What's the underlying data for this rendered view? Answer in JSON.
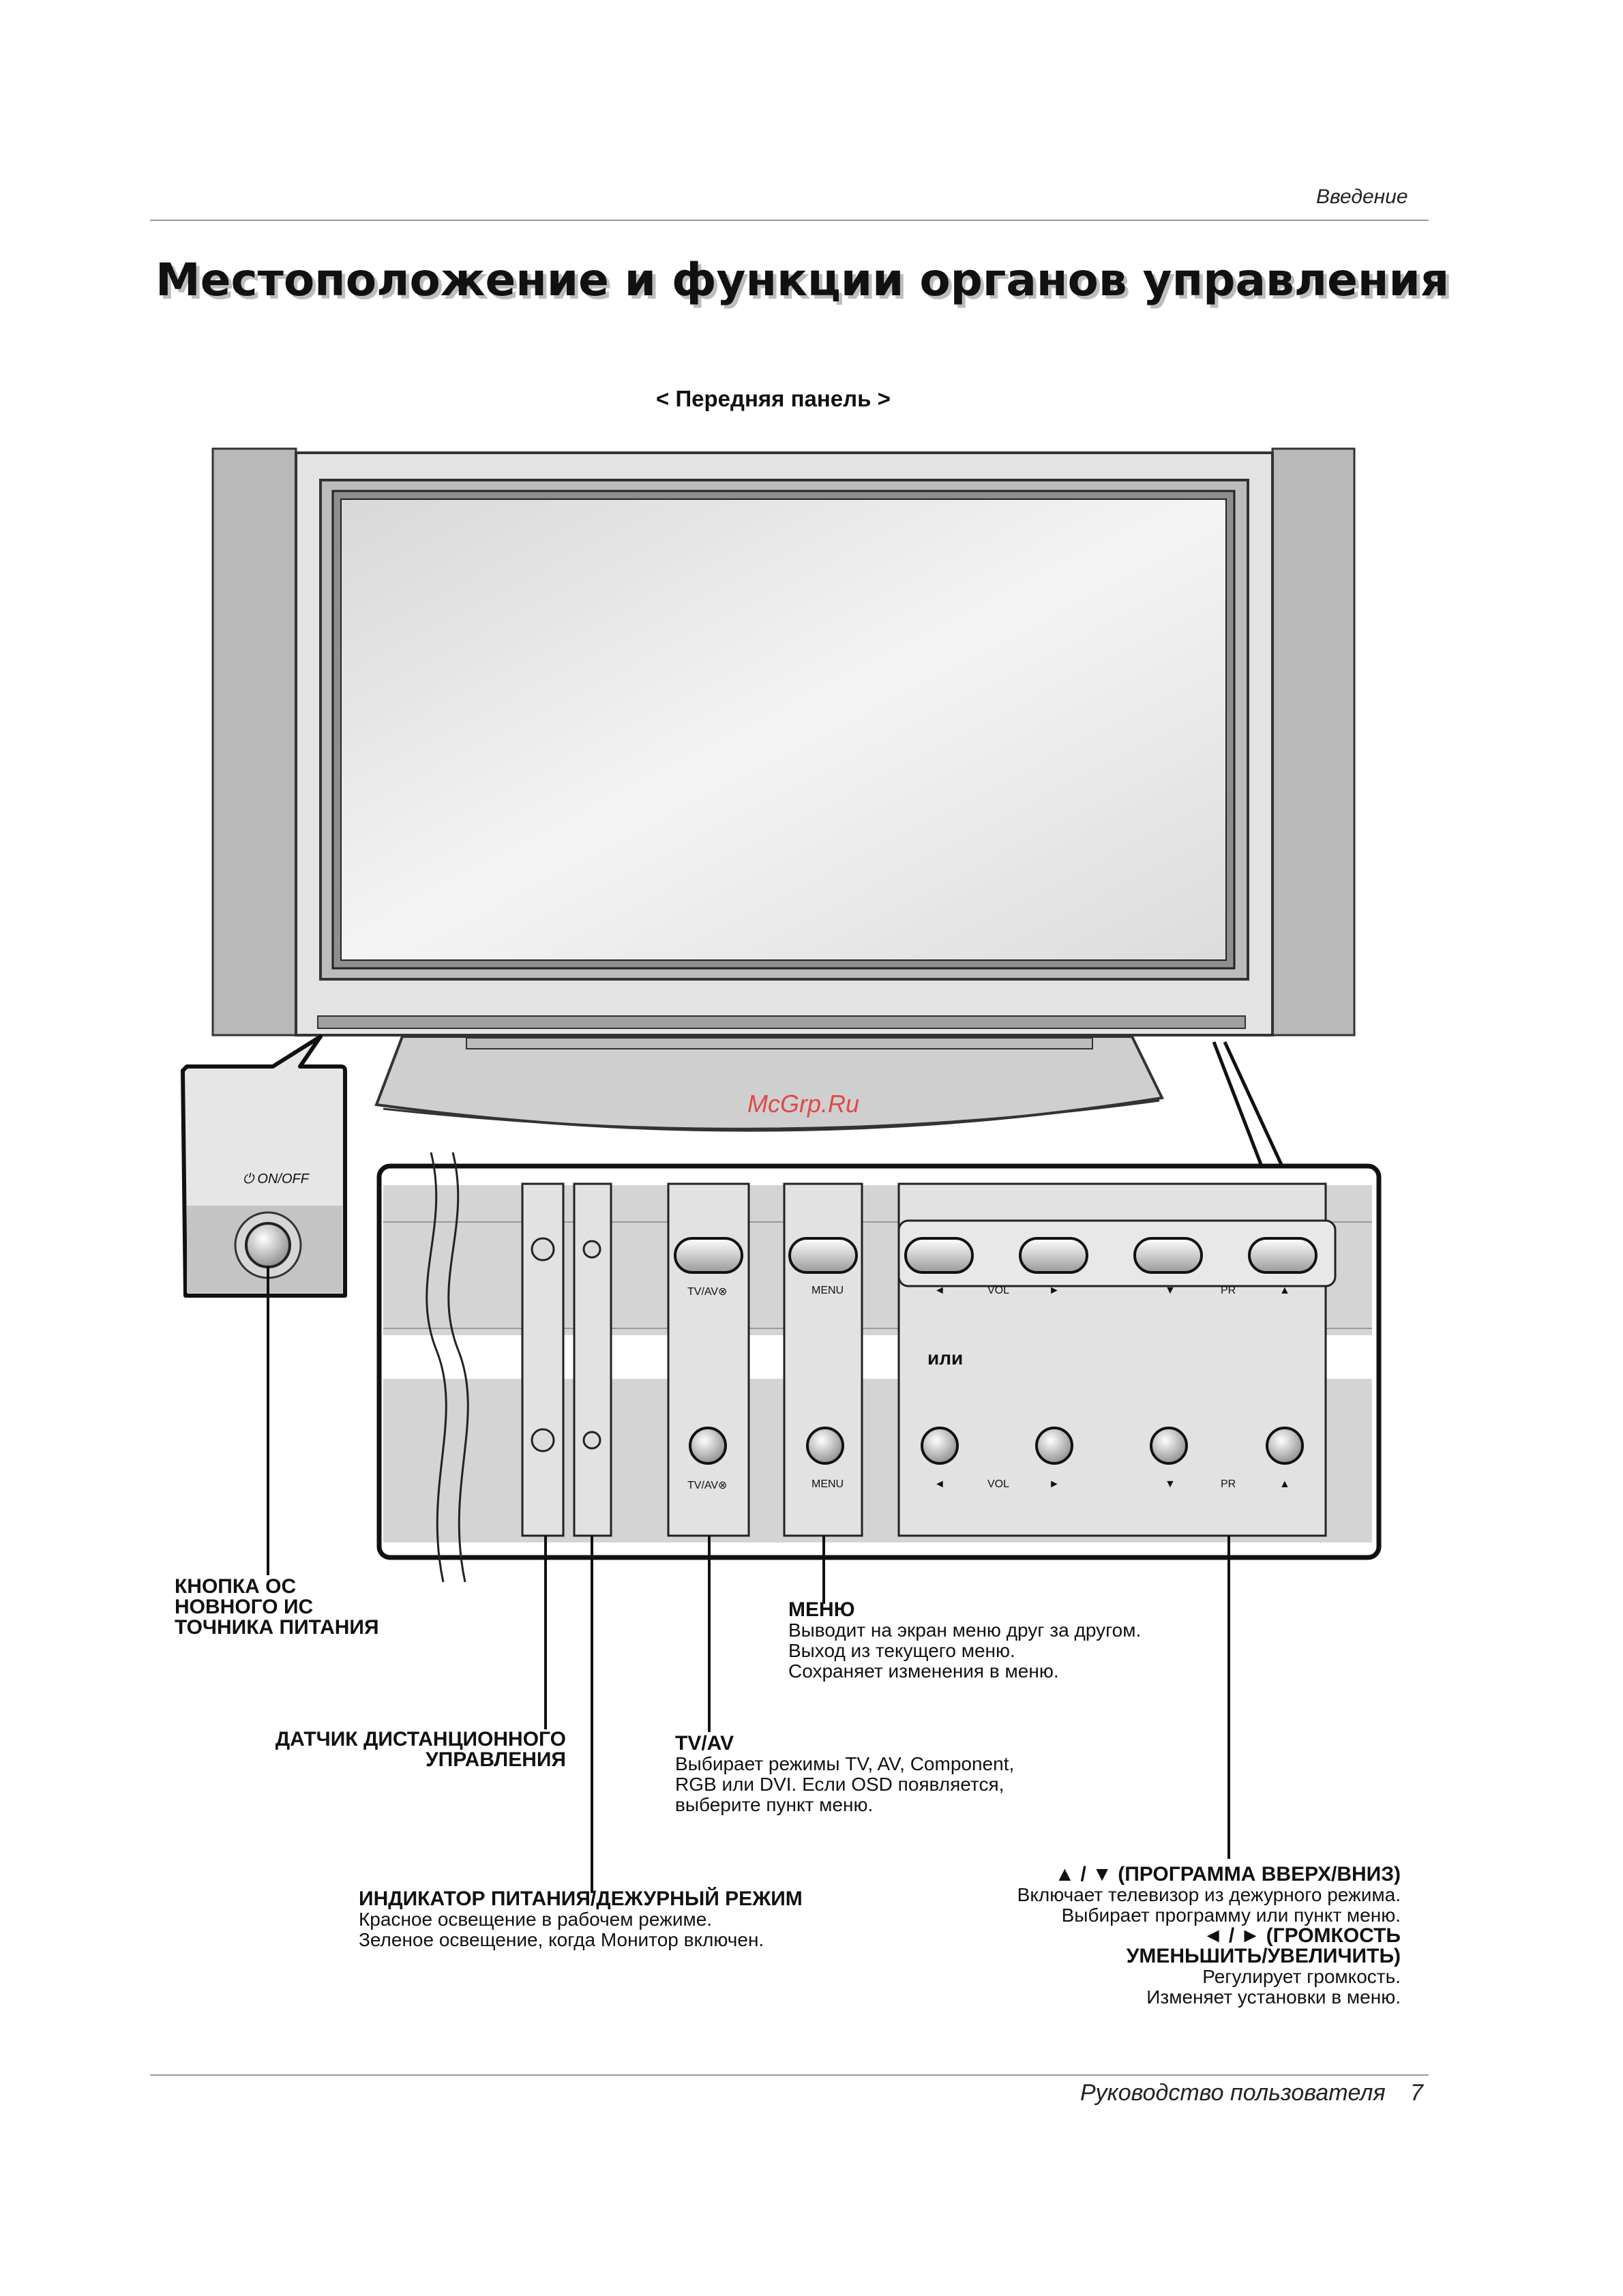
{
  "header": {
    "section": "Введение"
  },
  "title": "Местоположение и функции органов управления",
  "subtitle": "< Передняя панель >",
  "watermark": "McGrp.Ru",
  "panel": {
    "power_label": "ON/OFF",
    "buttons": [
      "TV/AV",
      "MENU",
      "◄",
      "VOL",
      "►",
      "▼",
      "PR",
      "▲"
    ],
    "tvav_label": "TV/AV⊗",
    "menu_label": "MENU",
    "vol_left": "◄",
    "vol": "VOL",
    "vol_right": "►",
    "pr_down": "▼",
    "pr": "PR",
    "pr_up": "▲",
    "or": "или"
  },
  "callouts": {
    "power": {
      "lines": [
        "КНОПКА ОС",
        "НОВНОГО ИС",
        "ТОЧНИКА ПИТАНИЯ"
      ]
    },
    "menu": {
      "title": "МЕНЮ",
      "lines": [
        "Выводит на экран меню друг за другом.",
        "Выход из текущего меню.",
        "Сохраняет изменения в меню."
      ]
    },
    "remote": {
      "lines": [
        "ДАТЧИК ДИСТАНЦИОННОГО",
        "УПРАВЛЕНИЯ"
      ]
    },
    "tvav": {
      "title": "TV/AV",
      "lines": [
        "Выбирает режимы TV, AV, Component,",
        "RGB или DVI. Если OSD появляется,",
        "выберите пункт меню."
      ]
    },
    "indicator": {
      "title": "ИНДИКАТОР ПИТАНИЯ/ДЕЖУРНЫЙ РЕЖИМ",
      "lines": [
        "Красное освещение в рабочем режиме.",
        "Зеленое освещение, когда Монитор включен."
      ]
    },
    "program": {
      "title": "▲ / ▼ (ПРОГРАММА ВВЕРХ/ВНИЗ)",
      "lines": [
        "Включает телевизор из дежурного режима.",
        "Выбирает программу или пункт меню."
      ],
      "title2": "◄ / ► (ГРОМКОСТЬ",
      "title3": "УМЕНЬШИТЬ/УВЕЛИЧИТЬ)",
      "lines2": [
        "Регулирует громкость.",
        "Изменяет установки в меню."
      ]
    }
  },
  "footer": {
    "text": "Руководство пользователя",
    "page": "7"
  }
}
